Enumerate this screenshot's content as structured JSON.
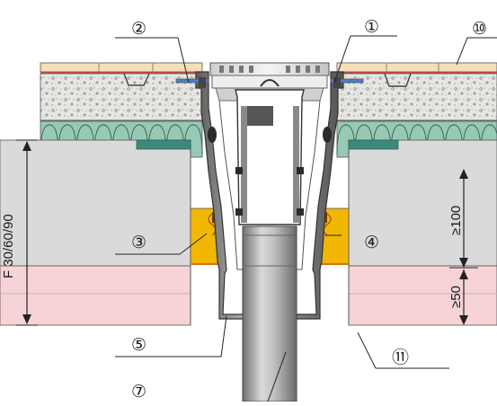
{
  "callouts": [
    {
      "id": "1",
      "label": "①"
    },
    {
      "id": "2",
      "label": "②"
    },
    {
      "id": "3",
      "label": "③"
    },
    {
      "id": "4",
      "label": "④"
    },
    {
      "id": "5",
      "label": "⑤"
    },
    {
      "id": "7",
      "label": "⑦"
    },
    {
      "id": "10",
      "label": "⑩"
    },
    {
      "id": "11",
      "label": "⑪"
    }
  ],
  "dimensions": {
    "fire_rating": "F 30/60/90",
    "min_depth_upper": "≥100",
    "min_depth_lower": "≥50"
  },
  "colors": {
    "tile": "#f3dfb8",
    "screed": "#e6e6e2",
    "insulation": "#97c9b5",
    "slab": "#dadada",
    "slab_lower": "#f7d3d8",
    "fire_collar": "#f2b705",
    "body": "#9a9a9a",
    "pipe": "#b4b4b4",
    "membrane_red": "#d23a3a",
    "membrane_blue": "#4a7ec4"
  }
}
